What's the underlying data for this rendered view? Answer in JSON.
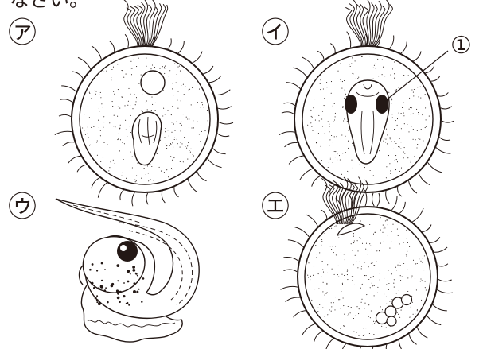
{
  "question_text_fragment": "なさい。",
  "panels": [
    {
      "id": "a",
      "label": "㋐"
    },
    {
      "id": "i",
      "label": "㋑"
    },
    {
      "id": "u",
      "label": "㋒"
    },
    {
      "id": "e",
      "label": "㋓"
    }
  ],
  "pointer_label": "①",
  "colors": {
    "ink": "#231815",
    "background": "#ffffff"
  }
}
